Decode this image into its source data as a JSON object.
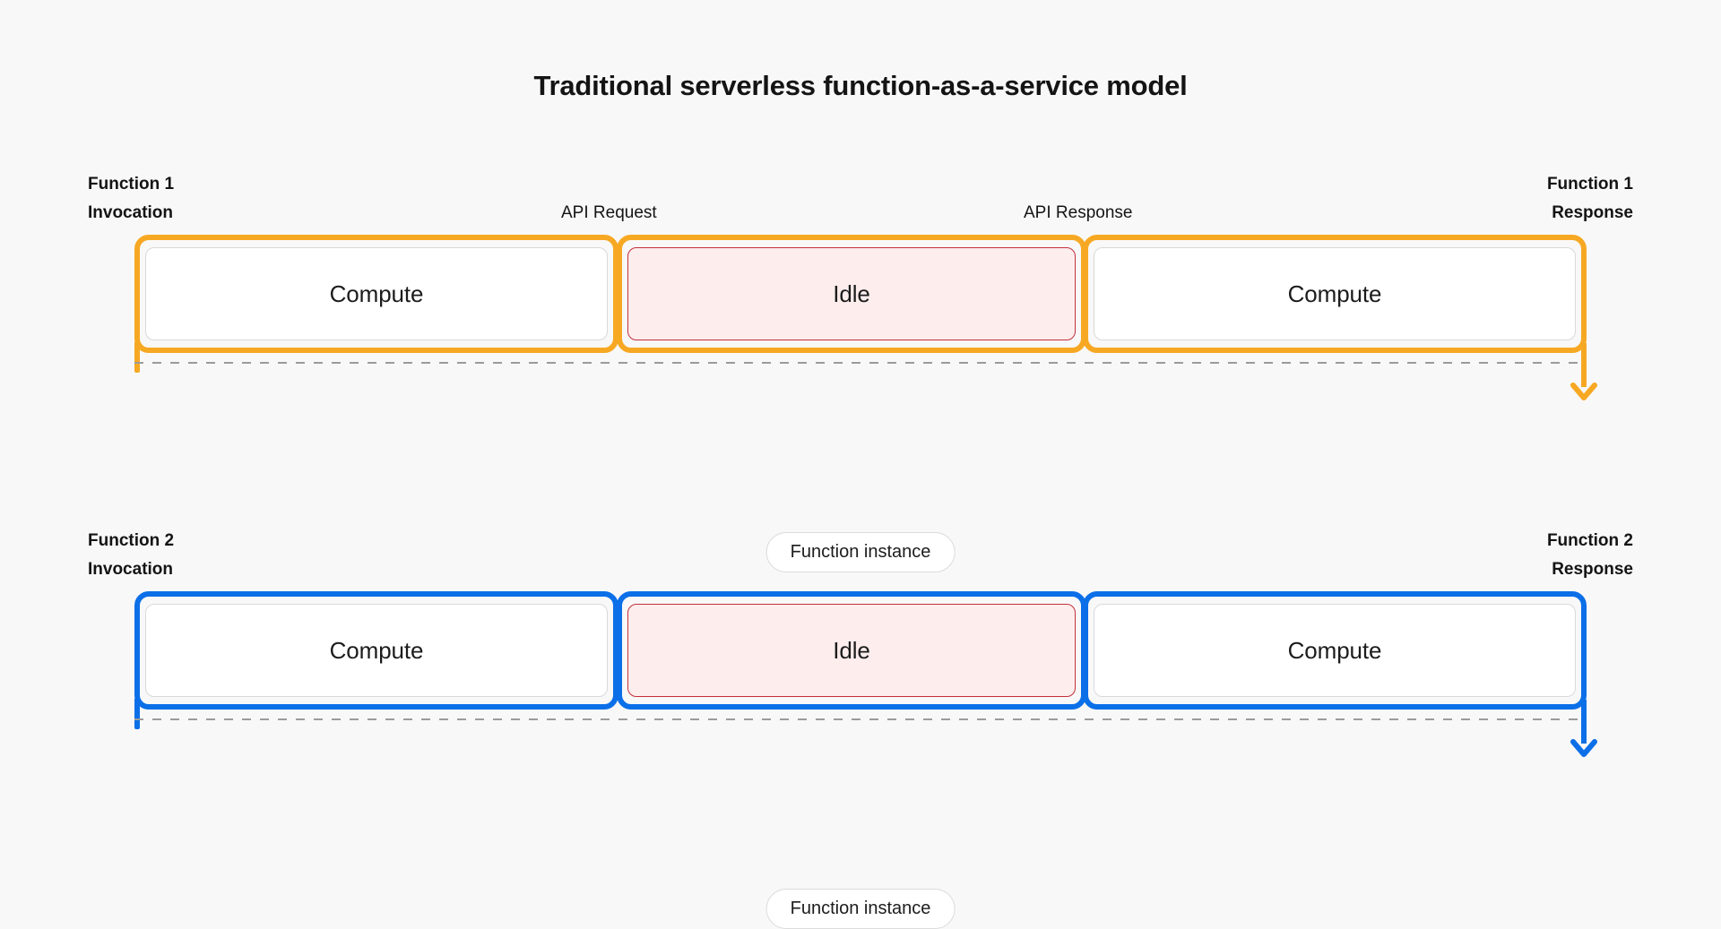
{
  "diagram": {
    "title": "Traditional serverless function-as-a-service model",
    "background_color": "#F8F8F8",
    "rows": [
      {
        "id": "function-1",
        "accent_color": "#F7A823",
        "invocation_label": "Function 1\nInvocation",
        "response_label": "Function 1\nResponse",
        "mid_labels": {
          "request": "API Request",
          "response": "API Response"
        },
        "segments": [
          {
            "type": "compute",
            "label": "Compute"
          },
          {
            "type": "idle",
            "label": "Idle"
          },
          {
            "type": "compute",
            "label": "Compute"
          }
        ],
        "instance_label": "Function instance"
      },
      {
        "id": "function-2",
        "accent_color": "#0B6FE8",
        "invocation_label": "Function 2\nInvocation",
        "response_label": "Function 2\nResponse",
        "mid_labels": {
          "request": "",
          "response": ""
        },
        "segments": [
          {
            "type": "compute",
            "label": "Compute"
          },
          {
            "type": "idle",
            "label": "Idle"
          },
          {
            "type": "compute",
            "label": "Compute"
          }
        ],
        "instance_label": "Function instance"
      }
    ],
    "colors": {
      "orange": "#F7A823",
      "blue": "#0B6FE8",
      "idle_fill": "#FDEDED",
      "idle_border": "#C4303A",
      "compute_fill": "#FFFFFF",
      "compute_border": "#D9D9D9",
      "dash": "#9B9B9B",
      "text": "#141414"
    }
  }
}
